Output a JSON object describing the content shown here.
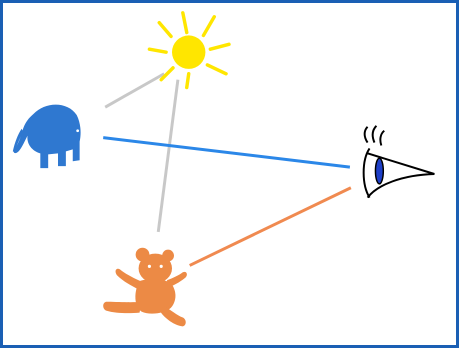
{
  "diagram": {
    "nodes": [
      {
        "id": "sun",
        "icon": "sun-icon",
        "color": "#ffe600"
      },
      {
        "id": "elephant",
        "icon": "elephant-icon",
        "color": "#2f78d0"
      },
      {
        "id": "eye",
        "icon": "eye-icon",
        "color": "#000000",
        "iris_color": "#1e3fc8"
      },
      {
        "id": "teddy-bear",
        "icon": "teddy-bear-icon",
        "color": "#ec8a45"
      }
    ],
    "edges": [
      {
        "from": "sun",
        "to": "elephant",
        "color": "#c8c8c8"
      },
      {
        "from": "sun",
        "to": "teddy-bear",
        "color": "#c8c8c8"
      },
      {
        "from": "elephant",
        "to": "eye",
        "color": "#2b87e8"
      },
      {
        "from": "teddy-bear",
        "to": "eye",
        "color": "#f08a50"
      }
    ],
    "frame_color": "#1a5fb4"
  }
}
